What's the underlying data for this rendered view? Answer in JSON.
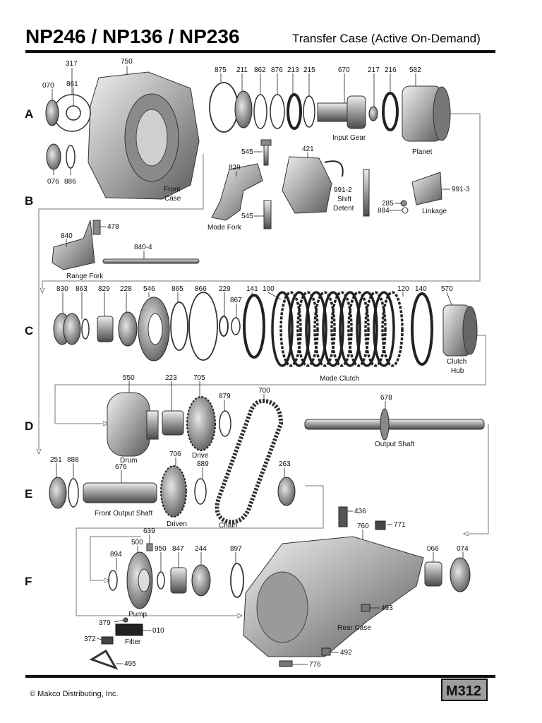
{
  "header": {
    "title": "NP246 / NP136 / NP236",
    "subtitle": "Transfer Case (Active On-Demand)"
  },
  "rows": [
    "A",
    "B",
    "C",
    "D",
    "E",
    "F"
  ],
  "parts": {
    "p317": "317",
    "p750": "750",
    "p070": "070",
    "p861": "861",
    "p076": "076",
    "p886": "886",
    "p875": "875",
    "p211": "211",
    "p862": "862",
    "p876": "876",
    "p213": "213",
    "p215": "215",
    "p670": "670",
    "p217": "217",
    "p216": "216",
    "p582": "582",
    "p545a": "545",
    "p545b": "545",
    "p421": "421",
    "p839": "839",
    "p991_2": "991-2",
    "p991_3": "991-3",
    "p285": "285",
    "p884": "884",
    "p840": "840",
    "p478": "478",
    "p840_4": "840-4",
    "p830": "830",
    "p863": "863",
    "p829": "829",
    "p228": "228",
    "p546": "546",
    "p865": "865",
    "p866": "866",
    "p229": "229",
    "p867": "867",
    "p141": "141",
    "p100": "100",
    "p120": "120",
    "p140": "140",
    "p570": "570",
    "p550": "550",
    "p223": "223",
    "p705": "705",
    "p879": "879",
    "p700": "700",
    "p678": "678",
    "p251": "251",
    "p888": "888",
    "p676": "676",
    "p706": "706",
    "p889": "889",
    "p263": "263",
    "p436": "436",
    "p760": "760",
    "p771": "771",
    "p639": "639",
    "p500": "500",
    "p950": "950",
    "p847": "847",
    "p244": "244",
    "p897": "897",
    "p066": "066",
    "p074": "074",
    "p894": "894",
    "p379": "379",
    "p010": "010",
    "p372": "372",
    "p495": "495",
    "p493": "493",
    "p492": "492",
    "p776": "776"
  },
  "captions": {
    "front_case_1": "Front",
    "front_case_2": "Case",
    "input_gear": "Input Gear",
    "planet": "Planet",
    "mode_fork": "Mode Fork",
    "shift_1": "Shift",
    "detent": "Detent",
    "linkage": "Linkage",
    "range_fork": "Range Fork",
    "mode_clutch": "Mode Clutch",
    "clutch_1": "Clutch",
    "hub": "Hub",
    "drum": "Drum",
    "drive": "Drive",
    "output_shaft": "Output Shaft",
    "front_output_shaft": "Front Output Shaft",
    "driven": "Driven",
    "chain": "Chain",
    "pump": "Pump",
    "filter": "Filter",
    "rear_case": "Rear Case"
  },
  "footer": {
    "copyright": "© Makco Distributing, Inc.",
    "code": "M312"
  },
  "colors": {
    "metal_light": "#d9d9d9",
    "metal_mid": "#a6a6a6",
    "metal_dark": "#4d4d4d",
    "flow_line": "#777777",
    "code_box": "#9e9e9e"
  }
}
